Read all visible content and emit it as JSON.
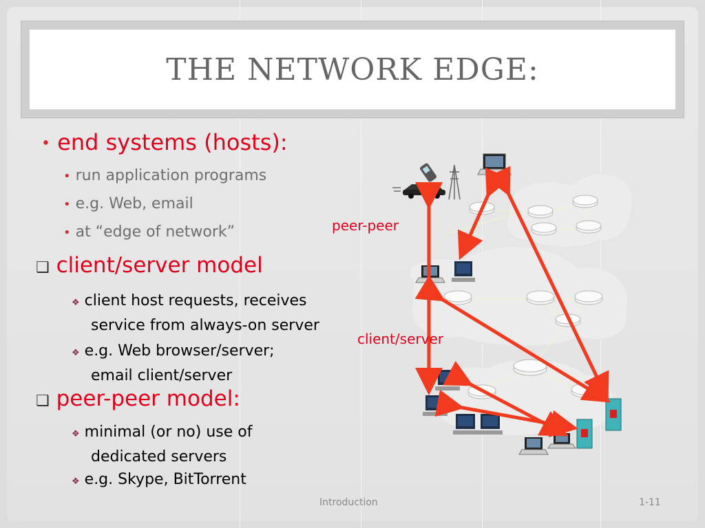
{
  "slide": {
    "title": "THE NETWORK EDGE:",
    "bullets": {
      "end_systems": "end systems (hosts):",
      "run_apps": "run application programs",
      "eg_web": "e.g. Web, email",
      "at_edge": "at “edge of network”",
      "client_server_model": "client/server model",
      "cs_sub1_line1": "client host requests, receives",
      "cs_sub1_line2": "service from always-on server",
      "cs_sub2_line1": "e.g. Web browser/server;",
      "cs_sub2_line2": "email client/server",
      "p2p_model": "peer-peer model:",
      "p2p_sub1_line1": " minimal (or no) use of",
      "p2p_sub1_line2": "dedicated servers",
      "p2p_sub2": "e.g. Skype,  BitTorrent"
    },
    "diagram_labels": {
      "peer_peer": "peer-peer",
      "client_server": "client/server"
    },
    "footer": {
      "left": "Introduction",
      "right": "1-11"
    }
  },
  "colors": {
    "accent_red": "#e0001b",
    "arrow_red": "#f23b1e",
    "title_grey": "#666666"
  },
  "icons": [
    "cellphone-icon",
    "car-icon",
    "antenna-icon",
    "laptop-icon",
    "desktop-icon",
    "server-icon",
    "router-icon",
    "cloud-icon"
  ]
}
